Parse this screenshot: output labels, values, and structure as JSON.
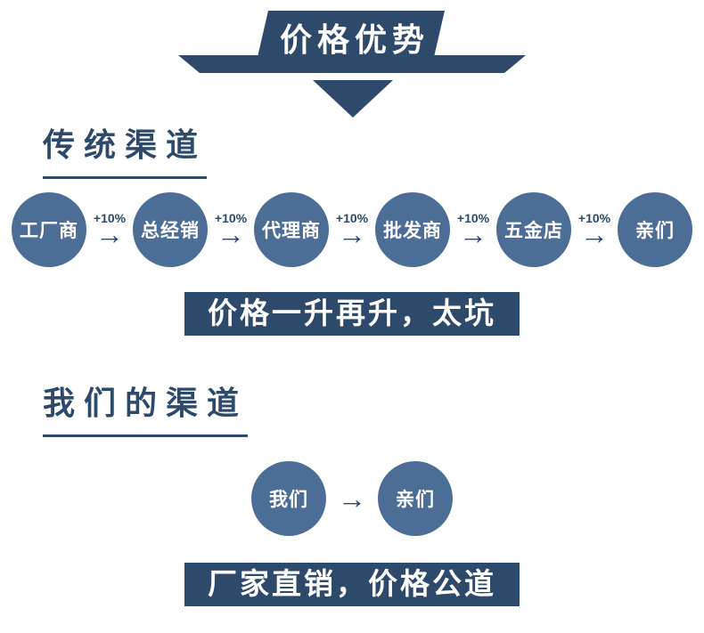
{
  "header": {
    "title": "价格优势"
  },
  "icons": {
    "arrow_right": "→"
  },
  "traditional": {
    "heading": "传统渠道",
    "nodes": [
      "工厂商",
      "总经销",
      "代理商",
      "批发商",
      "五金店",
      "亲们"
    ],
    "increment": "+10%",
    "caption": "价格一升再升，太坑"
  },
  "ours": {
    "heading": "我们的渠道",
    "nodes": [
      "我们",
      "亲们"
    ],
    "caption": "厂家直销，价格公道"
  },
  "colors": {
    "node_fill": "#4c6d96",
    "banner_fill": "#2d4a6b",
    "heading_color": "#2d4a6b"
  }
}
